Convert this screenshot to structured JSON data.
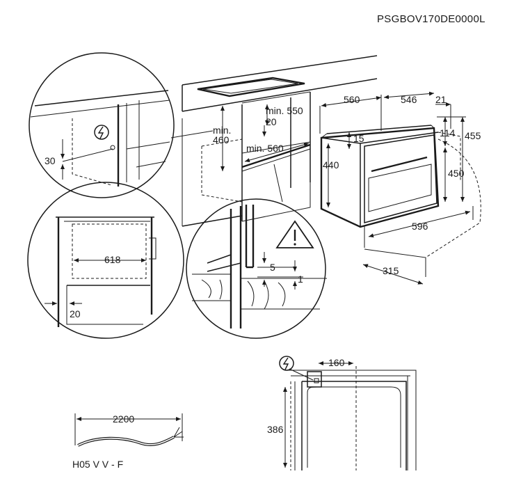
{
  "model_code": "PSGBOV170DE0000L",
  "dims": {
    "d_560": "560",
    "d_546": "546",
    "d_21": "21",
    "d_min550": "min. 550",
    "d_20_top": "20",
    "d_min460_a": "min.",
    "d_min460_b": "460",
    "d_min560": "min. 560",
    "d_15": "15",
    "d_114": "114",
    "d_455": "455",
    "d_440": "440",
    "d_450": "450",
    "d_596": "596",
    "d_315": "315",
    "d_30": "30",
    "d_618": "618",
    "d_20_bottom": "20",
    "d_5": "5",
    "d_1": "1",
    "d_160": "160",
    "d_386": "386",
    "d_2200": "2200"
  },
  "cable_label": "H05 V V - F",
  "icons": [
    "electric-connection-icon",
    "warning-icon"
  ]
}
